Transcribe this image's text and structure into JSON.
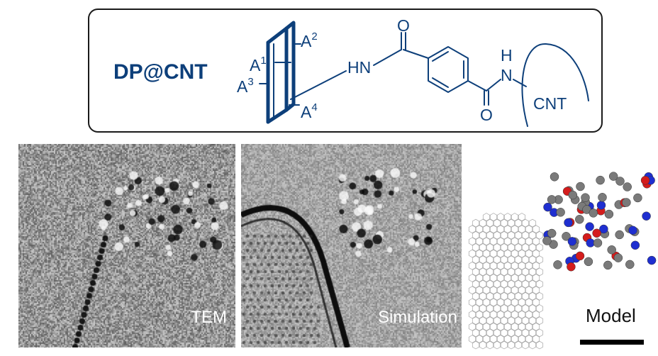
{
  "scheme": {
    "compound_label": "DP@CNT",
    "substituents": {
      "a1": "A",
      "a1_sup": "1",
      "a2": "A",
      "a2_sup": "2",
      "a3": "A",
      "a3_sup": "3",
      "a4": "A",
      "a4_sup": "4"
    },
    "nh_left": "HN",
    "nh_right_n": "N",
    "nh_right_h": "H",
    "oxygen_top": "O",
    "oxygen_bottom": "O",
    "cnt_label": "CNT",
    "color": "#0d3f7a"
  },
  "panels": {
    "tem_label": "TEM",
    "simulation_label": "Simulation",
    "model_label": "Model"
  },
  "model_colors": {
    "carbon": "#7a7a7a",
    "nitrogen": "#1f2fd0",
    "oxygen": "#d41c1c",
    "nanotube": "#9a9a9a"
  }
}
